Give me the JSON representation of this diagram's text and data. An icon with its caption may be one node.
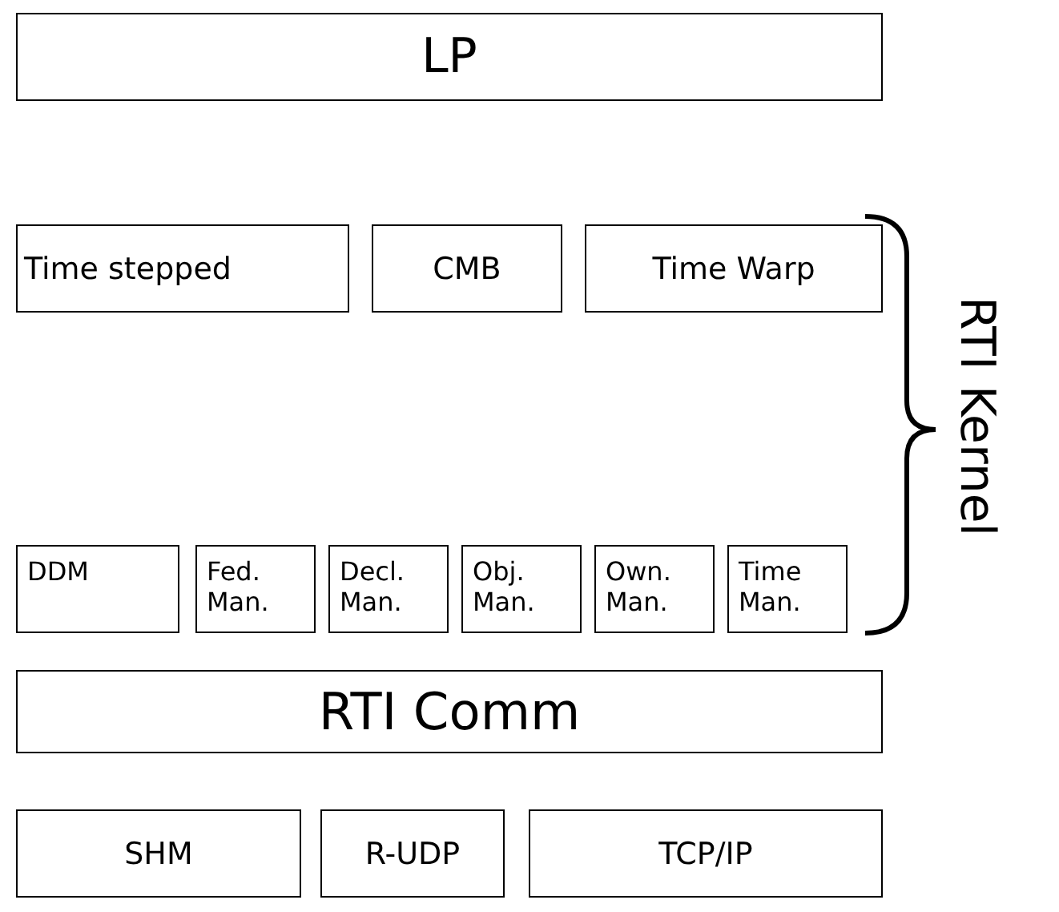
{
  "diagram": {
    "nodes": [
      {
        "text": [
          "LP"
        ]
      },
      {
        "text": [
          "Time stepped"
        ]
      },
      {
        "text": [
          "CMB"
        ]
      },
      {
        "text": [
          "Time Warp"
        ]
      },
      {
        "text": [
          "DDM"
        ]
      },
      {
        "text": [
          "Fed. Man."
        ]
      },
      {
        "text": [
          "Decl. Man."
        ]
      },
      {
        "text": [
          "Obj. Man."
        ]
      },
      {
        "text": [
          "Own. Man."
        ]
      },
      {
        "text": [
          "Time Man."
        ]
      },
      {
        "text": [
          "RTI Comm"
        ]
      },
      {
        "text": [
          "SHM"
        ]
      },
      {
        "text": [
          "R-UDP"
        ]
      },
      {
        "text": [
          "TCP/IP"
        ]
      }
    ],
    "labels": [
      "RTI Kernel"
    ]
  }
}
